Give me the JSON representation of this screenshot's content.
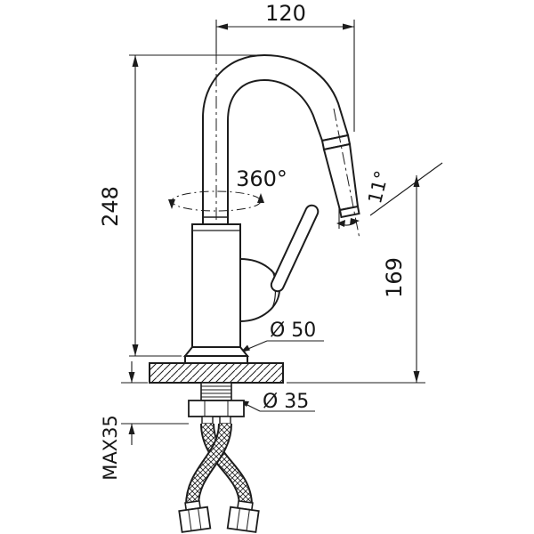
{
  "drawing": {
    "title": "single-handle-faucet-dimension-drawing",
    "labels": {
      "width_top": "120",
      "height_left": "248",
      "height_right": "169",
      "swivel_angle": "360°",
      "spout_angle": "11°",
      "base_diameter": "Ø 50",
      "shank_diameter": "Ø 35",
      "max_counter_thickness": "MAX35"
    },
    "colors": {
      "ink": "#1c1c1c",
      "background": "#ffffff"
    }
  }
}
